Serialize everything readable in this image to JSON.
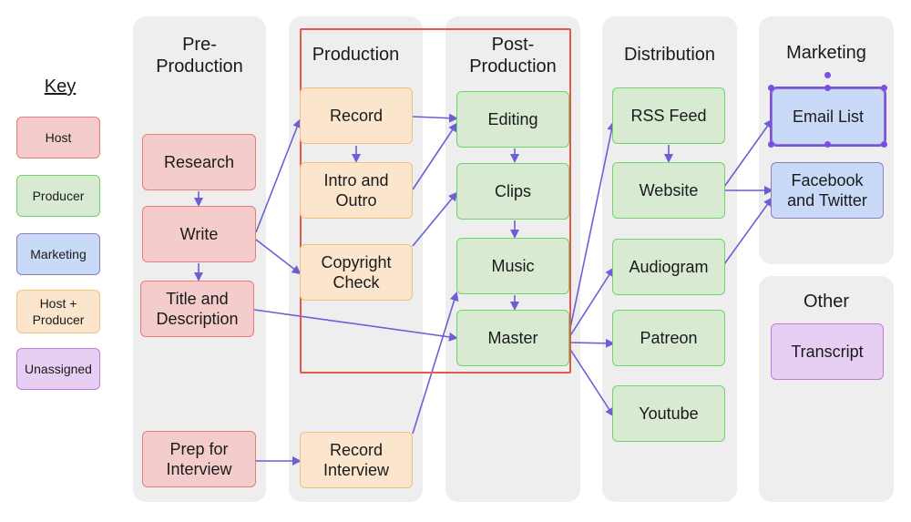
{
  "key": {
    "title": "Key",
    "items": [
      {
        "label": "Host"
      },
      {
        "label": "Producer"
      },
      {
        "label": "Marketing"
      },
      {
        "label": "Host +\nProducer"
      },
      {
        "label": "Unassigned"
      }
    ]
  },
  "columns": {
    "pre_production": "Pre-\nProduction",
    "production": "Production",
    "post_production": "Post-\nProduction",
    "distribution": "Distribution",
    "marketing": "Marketing",
    "other": "Other"
  },
  "nodes": {
    "research": "Research",
    "write": "Write",
    "title_desc": "Title and\nDescription",
    "prep_interview": "Prep for\nInterview",
    "record": "Record",
    "intro_outro": "Intro and\nOutro",
    "copyright": "Copyright\nCheck",
    "record_interview": "Record\nInterview",
    "editing": "Editing",
    "clips": "Clips",
    "music": "Music",
    "master": "Master",
    "rss": "RSS Feed",
    "website": "Website",
    "audiogram": "Audiogram",
    "patreon": "Patreon",
    "youtube": "Youtube",
    "email_list": "Email List",
    "fb_twitter": "Facebook\nand Twitter",
    "transcript": "Transcript"
  },
  "colors": {
    "host": "#f4cccc",
    "producer": "#d9ead3",
    "marketing": "#c9daf8",
    "host_producer": "#fce5cd",
    "unassigned": "#e6cff2",
    "arrow": "#6b5fd6",
    "frame": "#e25a4e"
  }
}
